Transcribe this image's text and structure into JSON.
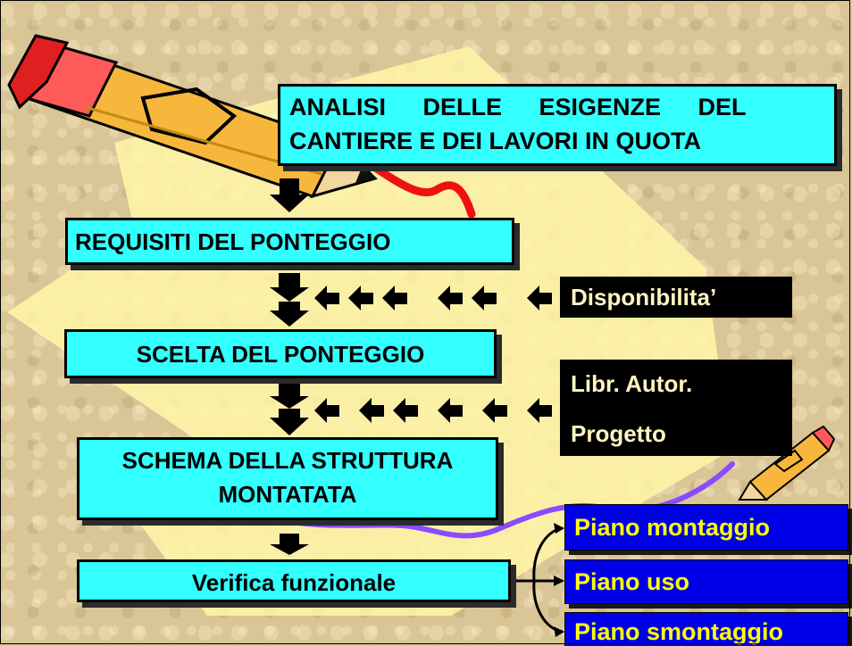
{
  "boxes": {
    "analysis": {
      "line1": "ANALISI DELLE ESIGENZE DEL",
      "line2": "CANTIERE E DEI LAVORI IN QUOTA"
    },
    "requirements": "REQUISITI DEL PONTEGGIO",
    "choice": "SCELTA DEL PONTEGGIO",
    "scheme": {
      "line1": "SCHEMA DELLA STRUTTURA",
      "line2": "MONTATATA"
    },
    "verification": "Verifica funzionale"
  },
  "inputs": {
    "availability": "Disponibilita’",
    "documents": {
      "line1": "Libr. Autor.",
      "line2": "Progetto"
    }
  },
  "outputs": [
    "Piano montaggio",
    "Piano uso",
    "Piano smontaggio"
  ],
  "colors": {
    "process_box": "#33ffff",
    "input_box": "#000000",
    "input_text": "#fff5c0",
    "output_box": "#0000e6",
    "output_text": "#ffff00",
    "yellow_shape": "#fff6a8",
    "purple_line": "#8a4bff",
    "red_line": "#ee1111"
  },
  "icons": [
    "pencil-icon",
    "small-pencil-icon",
    "down-arrow-icon",
    "left-arrow-icon"
  ]
}
